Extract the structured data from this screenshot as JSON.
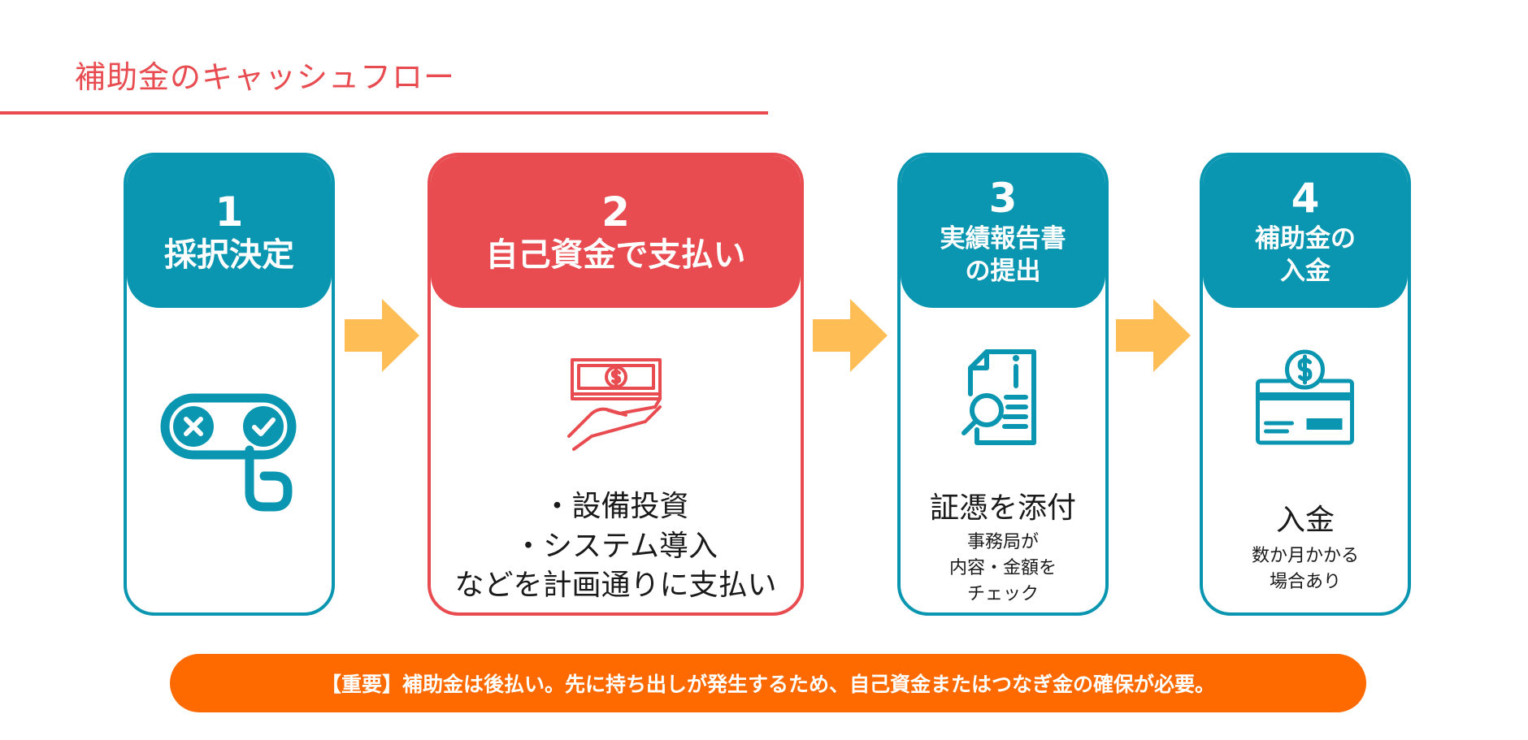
{
  "title": "補助金のキャッシュフロー",
  "colors": {
    "teal": "#0a96b1",
    "red": "#e84c50",
    "arrow": "#ffbe55",
    "notice": "#ff6a00"
  },
  "steps": [
    {
      "number": "1",
      "title": "採択決定",
      "icon": "approval-toggle-icon",
      "main_text": "",
      "sub_text": ""
    },
    {
      "number": "2",
      "title": "自己資金で支払い",
      "icon": "cash-payment-icon",
      "main_text": "・設備投資\n・システム導入\nなどを計画通りに支払い",
      "sub_text": ""
    },
    {
      "number": "3",
      "title": "実績報告書\nの提出",
      "icon": "document-search-icon",
      "main_text": "証憑を添付",
      "sub_text": "事務局が\n内容・金額を\nチェック"
    },
    {
      "number": "4",
      "title": "補助金の\n入金",
      "icon": "card-deposit-icon",
      "main_text": "入金",
      "sub_text": "数か月かかる\n場合あり"
    }
  ],
  "notice": "【重要】補助金は後払い。先に持ち出しが発生するため、自己資金またはつなぎ金の確保が必要。"
}
